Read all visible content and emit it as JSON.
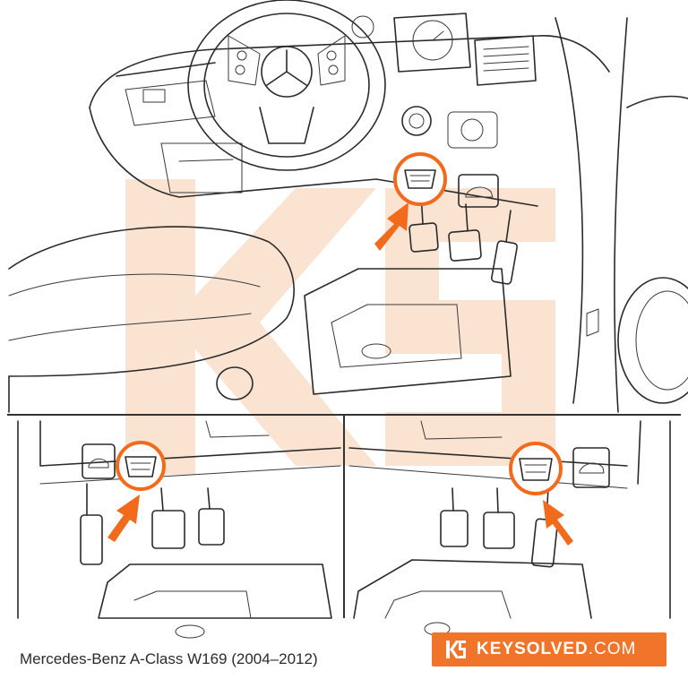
{
  "caption": "Mercedes-Benz A-Class W169 (2004–2012)",
  "brand": {
    "name": "KEYSOLVED",
    "domain": ".COM",
    "background": "#f0742a"
  },
  "colors": {
    "accent": "#f26a1b",
    "watermark": "#fbe3d2",
    "line": "#2a2a2a",
    "background": "#ffffff"
  },
  "panels": [
    {
      "id": "main-view",
      "icons": [
        "obd-port-icon",
        "hood-release-icon",
        "arrow-icon"
      ]
    },
    {
      "id": "detail-left",
      "icons": [
        "obd-port-icon",
        "hood-release-icon",
        "arrow-icon"
      ]
    },
    {
      "id": "detail-right",
      "icons": [
        "obd-port-icon",
        "hood-release-icon",
        "arrow-icon"
      ]
    }
  ]
}
